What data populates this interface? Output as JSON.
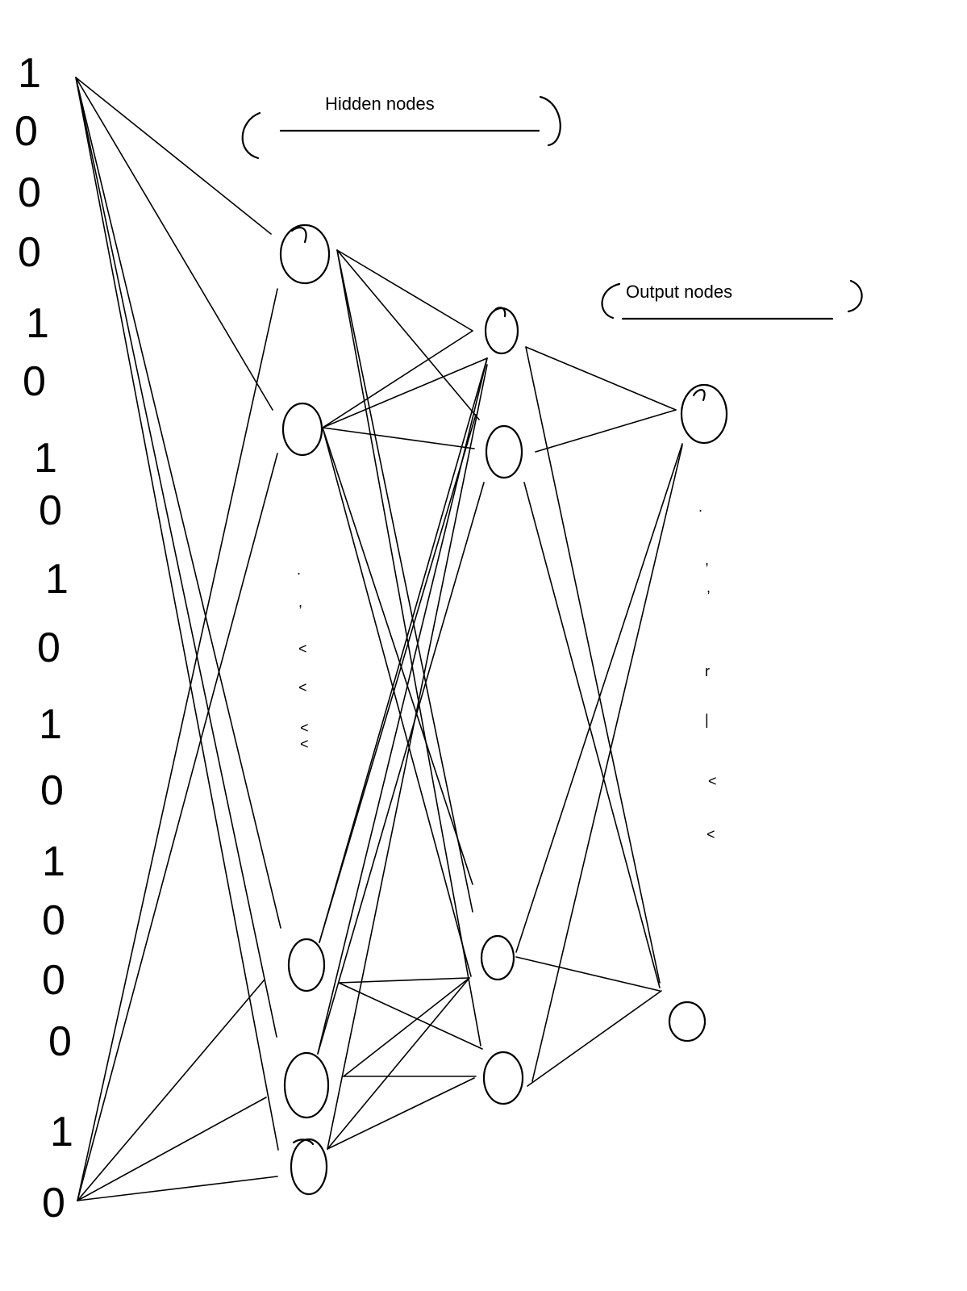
{
  "labels": {
    "hidden": "Hidden nodes",
    "output": "Output nodes"
  },
  "input_bits": [
    "1",
    "0",
    "0",
    "0",
    "1",
    "0",
    "1",
    "0",
    "1",
    "0",
    "1",
    "0",
    "1",
    "0",
    "0",
    "0",
    "1",
    "0"
  ],
  "ellipsis_marks": {
    "hidden_column": [
      ". ",
      ",",
      "<",
      "<",
      "<",
      "<"
    ],
    "output_column": [
      ". ",
      ",",
      ",",
      "r",
      "|",
      "<",
      "<"
    ]
  },
  "network": {
    "hidden_layer_1_nodes": 5,
    "hidden_layer_2_nodes": 4,
    "output_nodes": 2
  },
  "colors": {
    "ink": "#000000",
    "background": "#ffffff"
  }
}
